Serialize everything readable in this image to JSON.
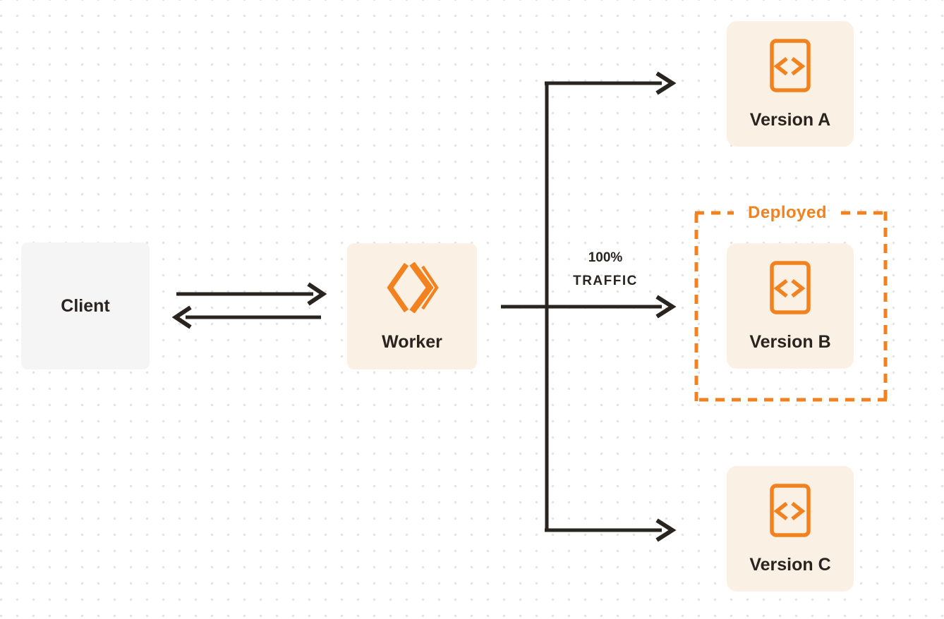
{
  "diagram_title": "worker-version-deployment-diagram",
  "nodes": {
    "client": {
      "label": "Client"
    },
    "worker": {
      "label": "Worker",
      "icon": "workers-chevron-icon"
    },
    "versions": [
      {
        "label": "Version A",
        "icon": "code-file-icon",
        "deployed": false
      },
      {
        "label": "Version B",
        "icon": "code-file-icon",
        "deployed": true
      },
      {
        "label": "Version C",
        "icon": "code-file-icon",
        "deployed": false
      }
    ]
  },
  "annotations": {
    "traffic_line1": "100%",
    "traffic_line2": "TRAFFIC",
    "deployed": "Deployed"
  },
  "edges": [
    {
      "from": "client",
      "to": "worker",
      "direction": "right"
    },
    {
      "from": "worker",
      "to": "client",
      "direction": "left"
    },
    {
      "from": "worker",
      "to": "version-a",
      "label": ""
    },
    {
      "from": "worker",
      "to": "version-b",
      "label": "100% TRAFFIC"
    },
    {
      "from": "worker",
      "to": "version-c",
      "label": ""
    }
  ],
  "colors": {
    "orange": "#F1821F",
    "node_cream": "#FAF1E4",
    "client_gray": "#F5F5F6",
    "line_ink": "#29241F",
    "background": "#FFFFFF",
    "dot_grid": "#E3E3E3"
  }
}
